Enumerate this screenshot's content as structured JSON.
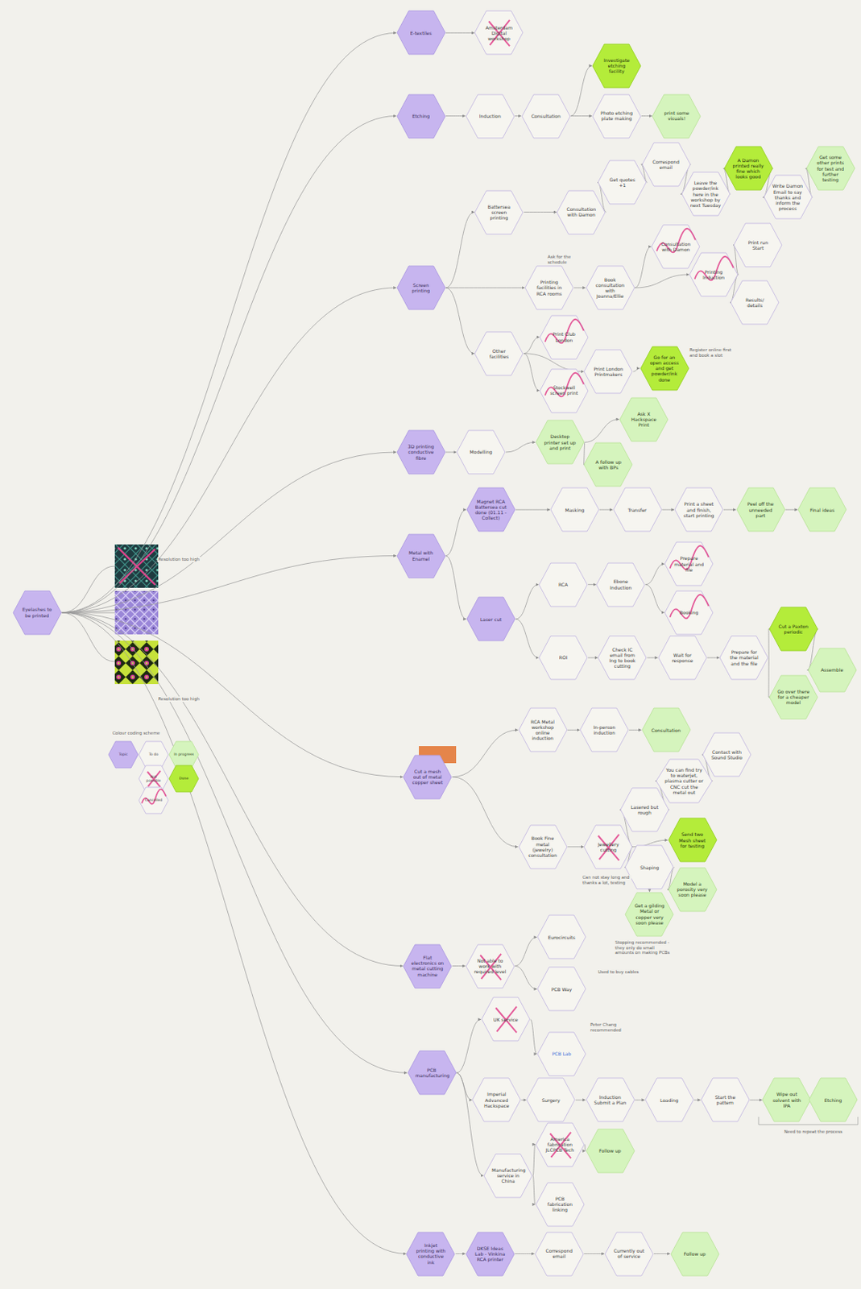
{
  "diagram": {
    "nodes": [
      {
        "text": [
          "Eyelashes to be printed"
        ]
      },
      {
        "text": [
          "E-textiles"
        ]
      },
      {
        "text": [
          "Amsterdam Digital workshop"
        ]
      },
      {
        "text": [
          "Etching"
        ]
      },
      {
        "text": [
          "Induction"
        ]
      },
      {
        "text": [
          "Consultation"
        ]
      },
      {
        "text": [
          "Investigate etching facility"
        ]
      },
      {
        "text": [
          "Photo etching plate making"
        ]
      },
      {
        "text": [
          "print some visuals!"
        ]
      },
      {
        "text": [
          "Screen printing"
        ]
      },
      {
        "text": [
          "Battersea screen printing"
        ]
      },
      {
        "text": [
          "Consultation with Damon"
        ]
      },
      {
        "text": [
          "Get quotes +1"
        ]
      },
      {
        "text": [
          "Correspond email"
        ]
      },
      {
        "text": [
          "Leave the powder/ink here in the workshop by next Tuesday"
        ]
      },
      {
        "text": [
          "A Damon printed really fine which looks good"
        ]
      },
      {
        "text": [
          "Write Damon Email to say thanks and inform the process"
        ]
      },
      {
        "text": [
          "Get some other prints for test and further testing"
        ]
      },
      {
        "text": [
          "Printing facilities in RCA rooms"
        ]
      },
      {
        "text": [
          "Book consultation with Joanna/Ellie"
        ]
      },
      {
        "text": [
          "Consultation with Damon"
        ]
      },
      {
        "text": [
          "Printing Induction"
        ]
      },
      {
        "text": [
          "Print run Start"
        ]
      },
      {
        "text": [
          "Results/ details"
        ]
      },
      {
        "text": [
          "Other facilities"
        ]
      },
      {
        "text": [
          "Print Club London"
        ]
      },
      {
        "text": [
          "Stockwell screen print"
        ]
      },
      {
        "text": [
          "Print London Printmakers"
        ]
      },
      {
        "text": [
          "Go for an open access and get powder/ink done"
        ]
      },
      {
        "text": [
          "3D printing conductive fibre"
        ]
      },
      {
        "text": [
          "Modelling"
        ]
      },
      {
        "text": [
          "Desktop printer set up and print"
        ]
      },
      {
        "text": [
          "Ask X Hackspace Print"
        ]
      },
      {
        "text": [
          "A follow up with BPs"
        ]
      },
      {
        "text": [
          "Metal with Enamel"
        ]
      },
      {
        "text": [
          "Magnet RCA Battersea cut done (01.11 - Collect)"
        ]
      },
      {
        "text": [
          "Masking"
        ]
      },
      {
        "text": [
          "Transfer"
        ]
      },
      {
        "text": [
          "Print a sheet and finish, start printing"
        ]
      },
      {
        "text": [
          "Peel off the unneeded part"
        ]
      },
      {
        "text": [
          "Final ideas"
        ]
      },
      {
        "text": [
          "Laser cut"
        ]
      },
      {
        "text": [
          "RCA"
        ]
      },
      {
        "text": [
          "Ebone Induction"
        ]
      },
      {
        "text": [
          "Prepare material and file"
        ]
      },
      {
        "text": [
          "Booking"
        ]
      },
      {
        "text": [
          "ROI"
        ]
      },
      {
        "text": [
          "Check IC email from Ing to book cutting"
        ]
      },
      {
        "text": [
          "Wait for response"
        ]
      },
      {
        "text": [
          "Prepare for the material and the file"
        ]
      },
      {
        "text": [
          "Cut a Paxton periodic"
        ]
      },
      {
        "text": [
          "Assemble"
        ]
      },
      {
        "text": [
          "Go over there for a cheaper model"
        ]
      },
      {
        "text": [
          "Cut a mesh out of metal copper sheet"
        ]
      },
      {
        "text": [
          "RCA Metal workshop online induction"
        ]
      },
      {
        "text": [
          "In-person induction"
        ]
      },
      {
        "text": [
          "Consultation"
        ]
      },
      {
        "text": [
          "Book Fine metal (jewelry) consultation"
        ]
      },
      {
        "text": [
          "Jewellery cutting"
        ]
      },
      {
        "text": [
          "Lasered but rough"
        ]
      },
      {
        "text": [
          "You can find try to waterjet, plasma cutter or CNC cut the metal out"
        ]
      },
      {
        "text": [
          "Contact with Sound Studio"
        ]
      },
      {
        "text": [
          "Send two Mesh sheet for testing"
        ]
      },
      {
        "text": [
          "Shaping"
        ]
      },
      {
        "text": [
          "Model a porosity very soon please"
        ]
      },
      {
        "text": [
          "Get a gilding Metal or copper very soon please"
        ]
      },
      {
        "text": [
          "Flat electronics on metal cutting machine"
        ]
      },
      {
        "text": [
          "Not able to work with required level"
        ]
      },
      {
        "text": [
          "Eurocircuits"
        ]
      },
      {
        "text": [
          "PCB Way"
        ]
      },
      {
        "text": [
          "PCB manufacturing"
        ]
      },
      {
        "text": [
          "UK service"
        ]
      },
      {
        "text": [
          "PCB Lab"
        ]
      },
      {
        "text": [
          "Imperial Advanced Hackspace"
        ]
      },
      {
        "text": [
          "Surgery"
        ]
      },
      {
        "text": [
          "Induction Submit a Plan"
        ]
      },
      {
        "text": [
          "Loading"
        ]
      },
      {
        "text": [
          "Start the pattern"
        ]
      },
      {
        "text": [
          "Wipe out solvent with IPA"
        ]
      },
      {
        "text": [
          "Etching"
        ]
      },
      {
        "text": [
          "Manufacturing service in China"
        ]
      },
      {
        "text": [
          "America fabrication JLCPCB Tech"
        ]
      },
      {
        "text": [
          "Follow up"
        ]
      },
      {
        "text": [
          "PCB fabrication linking"
        ]
      },
      {
        "text": [
          "Inkjet printing with conductive ink"
        ]
      },
      {
        "text": [
          "DKSE Ideas Lab - Vinkina RCA printer"
        ]
      },
      {
        "text": [
          "Correspond email"
        ]
      },
      {
        "text": [
          "Currently out of service"
        ]
      },
      {
        "text": [
          "Follow up"
        ]
      }
    ],
    "edges": [
      {
        "from": 0,
        "to": 1,
        "arrow": "to"
      },
      {
        "from": 0,
        "to": 3,
        "arrow": "to"
      },
      {
        "from": 0,
        "to": 9,
        "arrow": "to"
      },
      {
        "from": 0,
        "to": 29,
        "arrow": "to"
      },
      {
        "from": 0,
        "to": 34,
        "arrow": "to"
      },
      {
        "from": 0,
        "to": 53,
        "arrow": "to"
      },
      {
        "from": 0,
        "to": 66,
        "arrow": "to"
      },
      {
        "from": 0,
        "to": 70,
        "arrow": "to"
      },
      {
        "from": 0,
        "to": 84,
        "arrow": "to"
      },
      {
        "from": 1,
        "to": 2,
        "arrow": "to"
      },
      {
        "from": 3,
        "to": 4,
        "arrow": "to"
      },
      {
        "from": 4,
        "to": 5,
        "arrow": "to"
      },
      {
        "from": 5,
        "to": 6,
        "arrow": "to"
      },
      {
        "from": 5,
        "to": 7,
        "arrow": "to"
      },
      {
        "from": 7,
        "to": 8,
        "arrow": "to"
      },
      {
        "from": 9,
        "to": 10,
        "arrow": "to"
      },
      {
        "from": 10,
        "to": 11,
        "arrow": "to"
      },
      {
        "from": 11,
        "to": 12,
        "arrow": "to"
      },
      {
        "from": 12,
        "to": 13,
        "arrow": "to"
      },
      {
        "from": 13,
        "to": 14,
        "arrow": "to"
      },
      {
        "from": 14,
        "to": 15,
        "arrow": "to"
      },
      {
        "from": 15,
        "to": 16,
        "arrow": "to"
      },
      {
        "from": 16,
        "to": 17,
        "arrow": "to"
      },
      {
        "from": 9,
        "to": 18,
        "arrow": "to"
      },
      {
        "from": 18,
        "to": 19,
        "arrow": "to"
      },
      {
        "from": 19,
        "to": 20,
        "arrow": "to"
      },
      {
        "from": 19,
        "to": 21,
        "arrow": "to"
      },
      {
        "from": 21,
        "to": 22,
        "arrow": "to"
      },
      {
        "from": 21,
        "to": 23,
        "arrow": "to"
      },
      {
        "from": 9,
        "to": 24,
        "arrow": "to"
      },
      {
        "from": 24,
        "to": 25,
        "arrow": "to"
      },
      {
        "from": 24,
        "to": 26,
        "arrow": "to"
      },
      {
        "from": 24,
        "to": 27,
        "arrow": "to"
      },
      {
        "from": 27,
        "to": 28,
        "arrow": "to"
      },
      {
        "from": 29,
        "to": 30,
        "arrow": "to"
      },
      {
        "from": 30,
        "to": 31,
        "arrow": "to"
      },
      {
        "from": 31,
        "to": 32,
        "arrow": "to"
      },
      {
        "from": 31,
        "to": 33,
        "arrow": "to"
      },
      {
        "from": 34,
        "to": 35,
        "arrow": "to"
      },
      {
        "from": 35,
        "to": 36,
        "arrow": "to"
      },
      {
        "from": 36,
        "to": 37,
        "arrow": "to"
      },
      {
        "from": 37,
        "to": 38,
        "arrow": "to"
      },
      {
        "from": 38,
        "to": 39,
        "arrow": "to"
      },
      {
        "from": 39,
        "to": 40,
        "arrow": "to"
      },
      {
        "from": 34,
        "to": 41,
        "arrow": "to"
      },
      {
        "from": 41,
        "to": 42,
        "arrow": "to"
      },
      {
        "from": 42,
        "to": 43,
        "arrow": "to"
      },
      {
        "from": 43,
        "to": 44,
        "arrow": "to"
      },
      {
        "from": 43,
        "to": 45,
        "arrow": "to"
      },
      {
        "from": 41,
        "to": 46,
        "arrow": "to"
      },
      {
        "from": 46,
        "to": 47,
        "arrow": "to"
      },
      {
        "from": 47,
        "to": 48,
        "arrow": "to"
      },
      {
        "from": 48,
        "to": 49,
        "arrow": "to"
      },
      {
        "from": 49,
        "to": 50,
        "arrow": "to"
      },
      {
        "from": 50,
        "to": 51,
        "arrow": "to"
      },
      {
        "from": 49,
        "to": 52,
        "arrow": "to"
      },
      {
        "from": 53,
        "to": 54,
        "arrow": "to"
      },
      {
        "from": 54,
        "to": 55,
        "arrow": "to"
      },
      {
        "from": 55,
        "to": 56,
        "arrow": "to"
      },
      {
        "from": 53,
        "to": 57,
        "arrow": "to"
      },
      {
        "from": 57,
        "to": 58,
        "arrow": "to"
      },
      {
        "from": 58,
        "to": 59,
        "arrow": "to"
      },
      {
        "from": 59,
        "to": 60,
        "arrow": "to"
      },
      {
        "from": 60,
        "to": 61,
        "arrow": "to"
      },
      {
        "from": 58,
        "to": 62,
        "arrow": "to"
      },
      {
        "from": 58,
        "to": 63,
        "arrow": "to"
      },
      {
        "from": 63,
        "to": 64,
        "arrow": "to"
      },
      {
        "from": 63,
        "to": 65,
        "arrow": "to"
      },
      {
        "from": 66,
        "to": 67,
        "arrow": "to"
      },
      {
        "from": 67,
        "to": 68,
        "arrow": "to"
      },
      {
        "from": 67,
        "to": 69,
        "arrow": "to"
      },
      {
        "from": 70,
        "to": 71,
        "arrow": "to"
      },
      {
        "from": 71,
        "to": 72,
        "arrow": "to"
      },
      {
        "from": 70,
        "to": 73,
        "arrow": "to"
      },
      {
        "from": 73,
        "to": 74,
        "arrow": "to"
      },
      {
        "from": 74,
        "to": 75,
        "arrow": "to"
      },
      {
        "from": 75,
        "to": 76,
        "arrow": "to"
      },
      {
        "from": 76,
        "to": 77,
        "arrow": "to"
      },
      {
        "from": 77,
        "to": 78,
        "arrow": "to"
      },
      {
        "from": 78,
        "to": 79,
        "arrow": "to"
      },
      {
        "from": 70,
        "to": 80,
        "arrow": "to"
      },
      {
        "from": 80,
        "to": 81,
        "arrow": "to"
      },
      {
        "from": 81,
        "to": 82,
        "arrow": "to"
      },
      {
        "from": 80,
        "to": 83,
        "arrow": "to"
      },
      {
        "from": 84,
        "to": 85,
        "arrow": "to"
      },
      {
        "from": 85,
        "to": 86,
        "arrow": "to"
      },
      {
        "from": 86,
        "to": 87,
        "arrow": "to"
      },
      {
        "from": 87,
        "to": 88,
        "arrow": "to"
      }
    ],
    "labels": [
      "Resolution too high",
      "Resolution too high",
      "Colour coding scheme",
      "Ask for the schedule",
      "Register online first and book a slot",
      "Can not stay long and thanks a lot, testing",
      "Stopping recommended - they only do small amounts on making PCBs",
      "Used to buy cables",
      "Peter Chang recommended",
      "Need to repeat the process"
    ],
    "legend": [
      {
        "text": "Topic",
        "color": "#c7b5ef"
      },
      {
        "text": "To do",
        "color": "#f6f5f0"
      },
      {
        "text": "In progress",
        "color": "#d5f4bd"
      },
      {
        "text": "Not possible"
      },
      {
        "text": "Done",
        "color": "#b4ec3a"
      },
      {
        "text": "Cancelled"
      }
    ]
  }
}
